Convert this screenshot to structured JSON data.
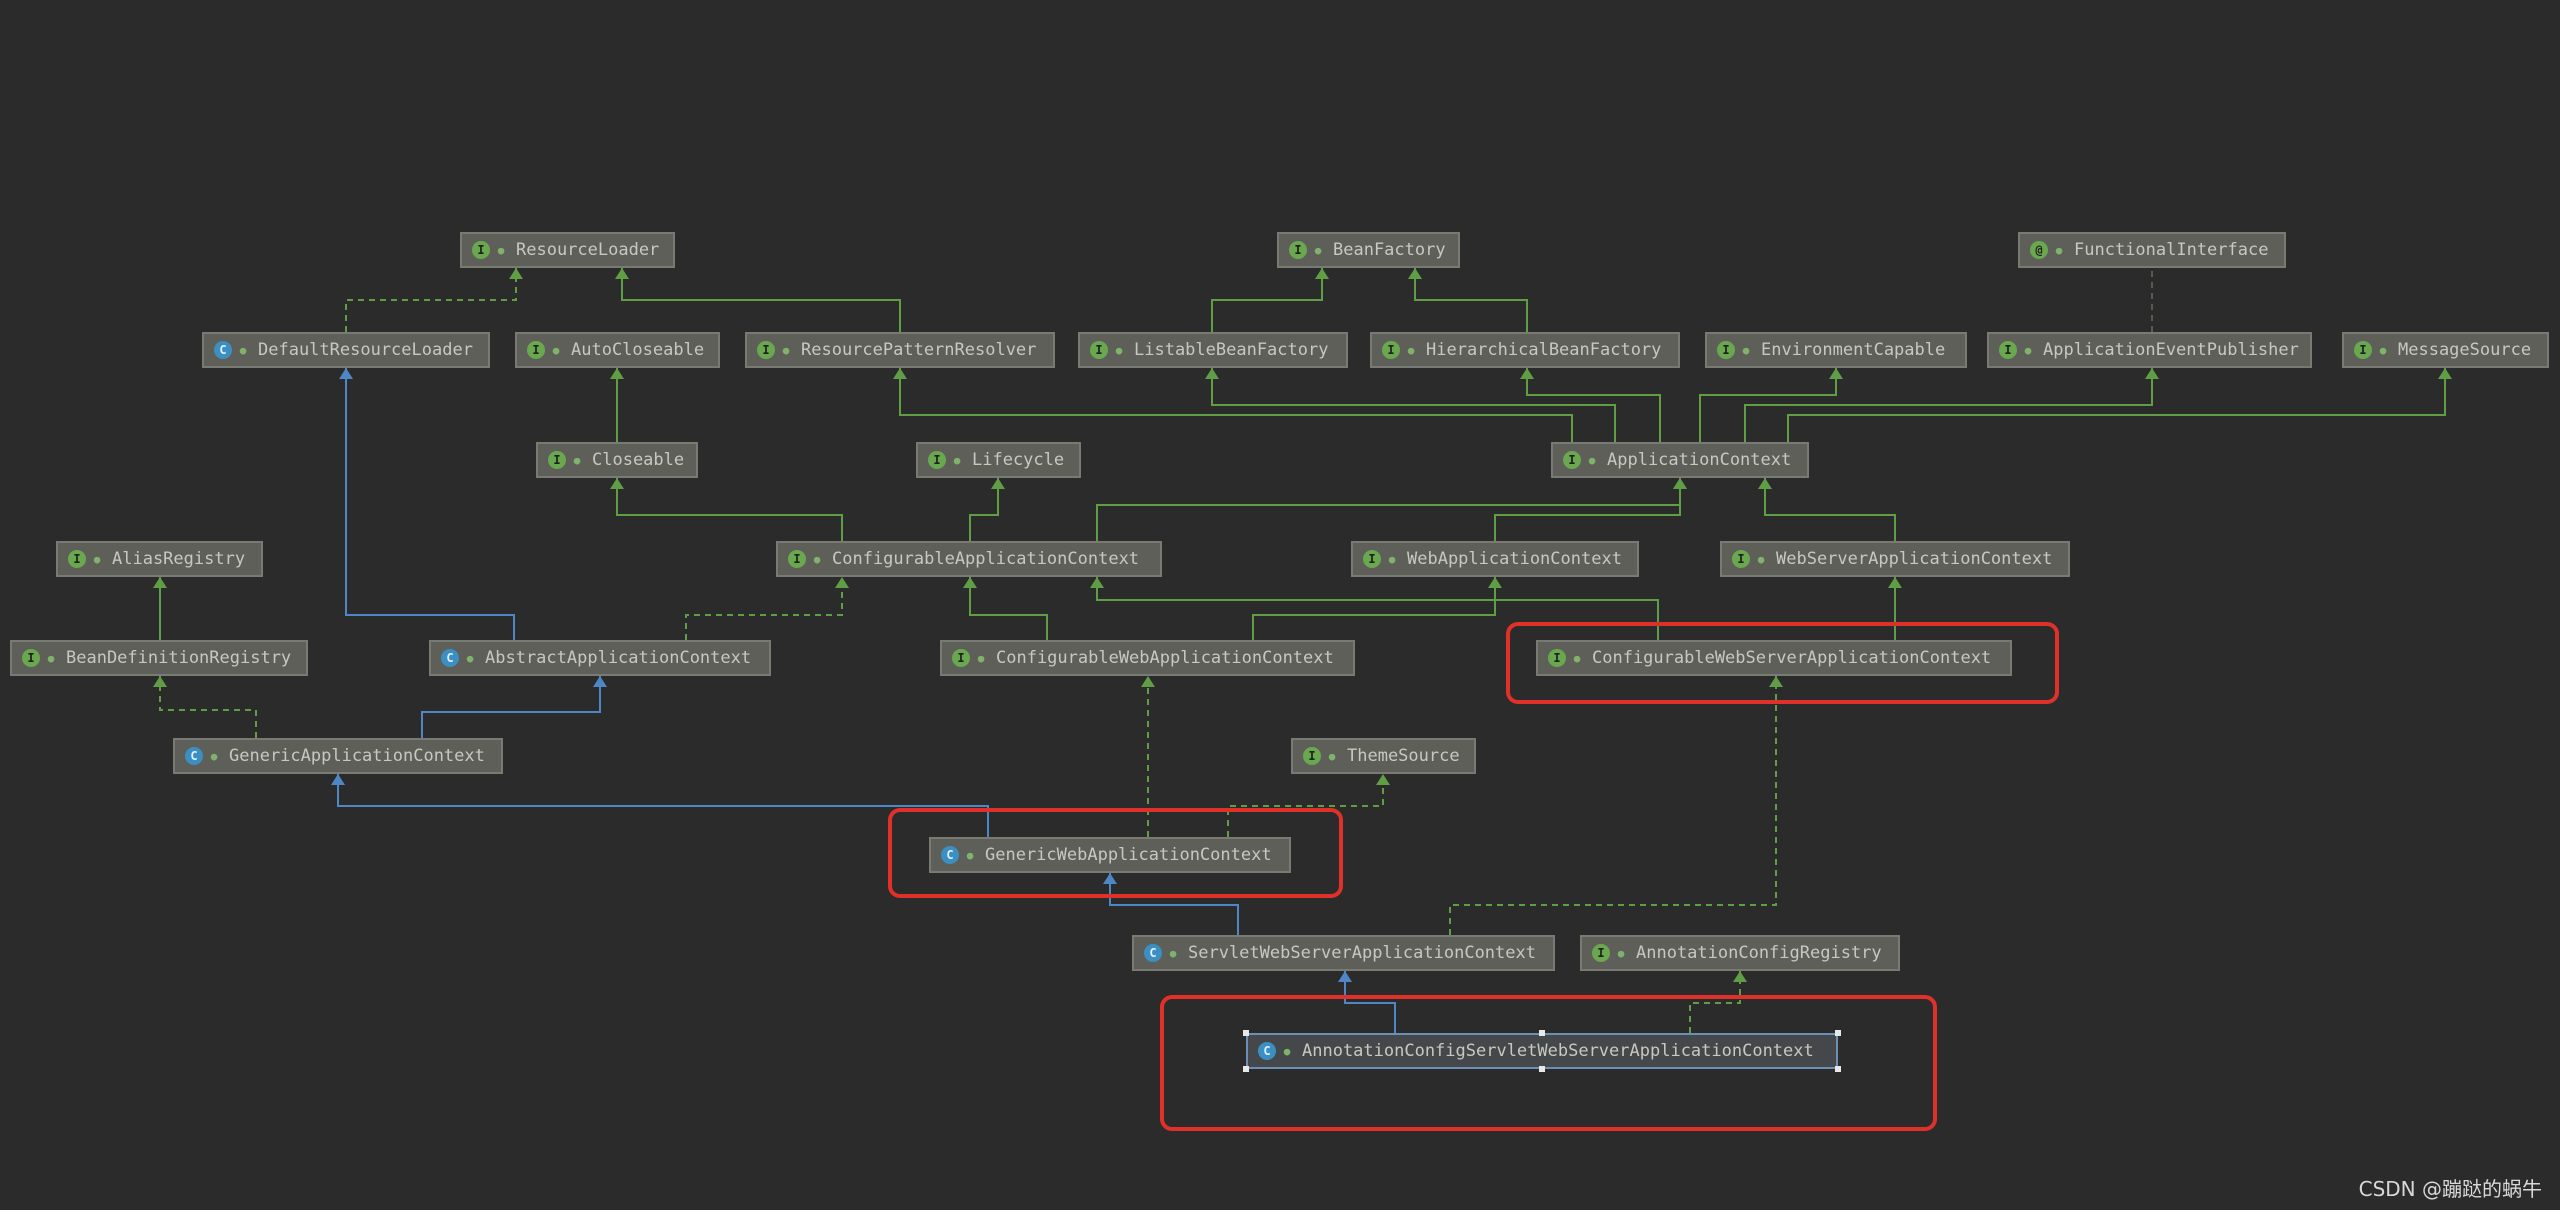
{
  "nodes": [
    {
      "id": "ResourceLoader",
      "label": "ResourceLoader",
      "kind": "interface"
    },
    {
      "id": "BeanFactory",
      "label": "BeanFactory",
      "kind": "interface"
    },
    {
      "id": "FunctionalInterface",
      "label": "FunctionalInterface",
      "kind": "annotation"
    },
    {
      "id": "DefaultResourceLoader",
      "label": "DefaultResourceLoader",
      "kind": "class"
    },
    {
      "id": "AutoCloseable",
      "label": "AutoCloseable",
      "kind": "interface"
    },
    {
      "id": "ResourcePatternResolver",
      "label": "ResourcePatternResolver",
      "kind": "interface"
    },
    {
      "id": "ListableBeanFactory",
      "label": "ListableBeanFactory",
      "kind": "interface"
    },
    {
      "id": "HierarchicalBeanFactory",
      "label": "HierarchicalBeanFactory",
      "kind": "interface"
    },
    {
      "id": "EnvironmentCapable",
      "label": "EnvironmentCapable",
      "kind": "interface"
    },
    {
      "id": "ApplicationEventPublisher",
      "label": "ApplicationEventPublisher",
      "kind": "interface"
    },
    {
      "id": "MessageSource",
      "label": "MessageSource",
      "kind": "interface"
    },
    {
      "id": "Closeable",
      "label": "Closeable",
      "kind": "interface"
    },
    {
      "id": "Lifecycle",
      "label": "Lifecycle",
      "kind": "interface"
    },
    {
      "id": "ApplicationContext",
      "label": "ApplicationContext",
      "kind": "interface"
    },
    {
      "id": "AliasRegistry",
      "label": "AliasRegistry",
      "kind": "interface"
    },
    {
      "id": "ConfigurableApplicationContext",
      "label": "ConfigurableApplicationContext",
      "kind": "interface"
    },
    {
      "id": "WebApplicationContext",
      "label": "WebApplicationContext",
      "kind": "interface"
    },
    {
      "id": "WebServerApplicationContext",
      "label": "WebServerApplicationContext",
      "kind": "interface"
    },
    {
      "id": "BeanDefinitionRegistry",
      "label": "BeanDefinitionRegistry",
      "kind": "interface"
    },
    {
      "id": "AbstractApplicationContext",
      "label": "AbstractApplicationContext",
      "kind": "class"
    },
    {
      "id": "ConfigurableWebApplicationContext",
      "label": "ConfigurableWebApplicationContext",
      "kind": "interface"
    },
    {
      "id": "ConfigurableWebServerApplicationContext",
      "label": "ConfigurableWebServerApplicationContext",
      "kind": "interface"
    },
    {
      "id": "GenericApplicationContext",
      "label": "GenericApplicationContext",
      "kind": "class"
    },
    {
      "id": "ThemeSource",
      "label": "ThemeSource",
      "kind": "interface"
    },
    {
      "id": "GenericWebApplicationContext",
      "label": "GenericWebApplicationContext",
      "kind": "class"
    },
    {
      "id": "ServletWebServerApplicationContext",
      "label": "ServletWebServerApplicationContext",
      "kind": "class"
    },
    {
      "id": "AnnotationConfigRegistry",
      "label": "AnnotationConfigRegistry",
      "kind": "interface"
    },
    {
      "id": "AnnotationConfigServletWebServerApplicationContext",
      "label": "AnnotationConfigServletWebServerApplicationContext",
      "kind": "class",
      "selected": true
    }
  ],
  "edges": [
    {
      "from": "DefaultResourceLoader",
      "to": "ResourceLoader",
      "type": "implements"
    },
    {
      "from": "ResourcePatternResolver",
      "to": "ResourceLoader",
      "type": "extends"
    },
    {
      "from": "ListableBeanFactory",
      "to": "BeanFactory",
      "type": "extends"
    },
    {
      "from": "HierarchicalBeanFactory",
      "to": "BeanFactory",
      "type": "extends"
    },
    {
      "from": "ApplicationEventPublisher",
      "to": "FunctionalInterface",
      "type": "annotated"
    },
    {
      "from": "Closeable",
      "to": "AutoCloseable",
      "type": "extends"
    },
    {
      "from": "ApplicationContext",
      "to": "ResourcePatternResolver",
      "type": "extends"
    },
    {
      "from": "ApplicationContext",
      "to": "ListableBeanFactory",
      "type": "extends"
    },
    {
      "from": "ApplicationContext",
      "to": "HierarchicalBeanFactory",
      "type": "extends"
    },
    {
      "from": "ApplicationContext",
      "to": "EnvironmentCapable",
      "type": "extends"
    },
    {
      "from": "ApplicationContext",
      "to": "ApplicationEventPublisher",
      "type": "extends"
    },
    {
      "from": "ApplicationContext",
      "to": "MessageSource",
      "type": "extends"
    },
    {
      "from": "ConfigurableApplicationContext",
      "to": "Closeable",
      "type": "extends"
    },
    {
      "from": "ConfigurableApplicationContext",
      "to": "Lifecycle",
      "type": "extends"
    },
    {
      "from": "ConfigurableApplicationContext",
      "to": "ApplicationContext",
      "type": "extends"
    },
    {
      "from": "WebApplicationContext",
      "to": "ApplicationContext",
      "type": "extends"
    },
    {
      "from": "WebServerApplicationContext",
      "to": "ApplicationContext",
      "type": "extends"
    },
    {
      "from": "BeanDefinitionRegistry",
      "to": "AliasRegistry",
      "type": "extends"
    },
    {
      "from": "AbstractApplicationContext",
      "to": "DefaultResourceLoader",
      "type": "inherits"
    },
    {
      "from": "AbstractApplicationContext",
      "to": "ConfigurableApplicationContext",
      "type": "implements"
    },
    {
      "from": "ConfigurableWebApplicationContext",
      "to": "ConfigurableApplicationContext",
      "type": "extends"
    },
    {
      "from": "ConfigurableWebApplicationContext",
      "to": "WebApplicationContext",
      "type": "extends"
    },
    {
      "from": "ConfigurableWebServerApplicationContext",
      "to": "ConfigurableApplicationContext",
      "type": "extends"
    },
    {
      "from": "ConfigurableWebServerApplicationContext",
      "to": "WebServerApplicationContext",
      "type": "extends"
    },
    {
      "from": "GenericApplicationContext",
      "to": "BeanDefinitionRegistry",
      "type": "implements"
    },
    {
      "from": "GenericApplicationContext",
      "to": "AbstractApplicationContext",
      "type": "inherits"
    },
    {
      "from": "GenericWebApplicationContext",
      "to": "GenericApplicationContext",
      "type": "inherits"
    },
    {
      "from": "GenericWebApplicationContext",
      "to": "ConfigurableWebApplicationContext",
      "type": "implements"
    },
    {
      "from": "GenericWebApplicationContext",
      "to": "ThemeSource",
      "type": "implements"
    },
    {
      "from": "ServletWebServerApplicationContext",
      "to": "GenericWebApplicationContext",
      "type": "inherits"
    },
    {
      "from": "ServletWebServerApplicationContext",
      "to": "ConfigurableWebServerApplicationContext",
      "type": "implements"
    },
    {
      "from": "AnnotationConfigServletWebServerApplicationContext",
      "to": "ServletWebServerApplicationContext",
      "type": "inherits"
    },
    {
      "from": "AnnotationConfigServletWebServerApplicationContext",
      "to": "AnnotationConfigRegistry",
      "type": "implements"
    }
  ],
  "highlighted": [
    "ConfigurableWebServerApplicationContext",
    "GenericWebApplicationContext",
    "AnnotationConfigServletWebServerApplicationContext"
  ],
  "colors": {
    "extends": "#5f9e45",
    "implements": "#5f9e45",
    "inherits": "#4f86c6",
    "annotated": "#5a5a50",
    "highlight": "#e0302a"
  },
  "icons": {
    "interface": "interface-icon",
    "class": "class-icon",
    "annotation": "annotation-icon"
  },
  "badges": {
    "interface": "I",
    "class": "C",
    "annotation": "@"
  },
  "watermark": "CSDN @蹦跶的蜗牛"
}
